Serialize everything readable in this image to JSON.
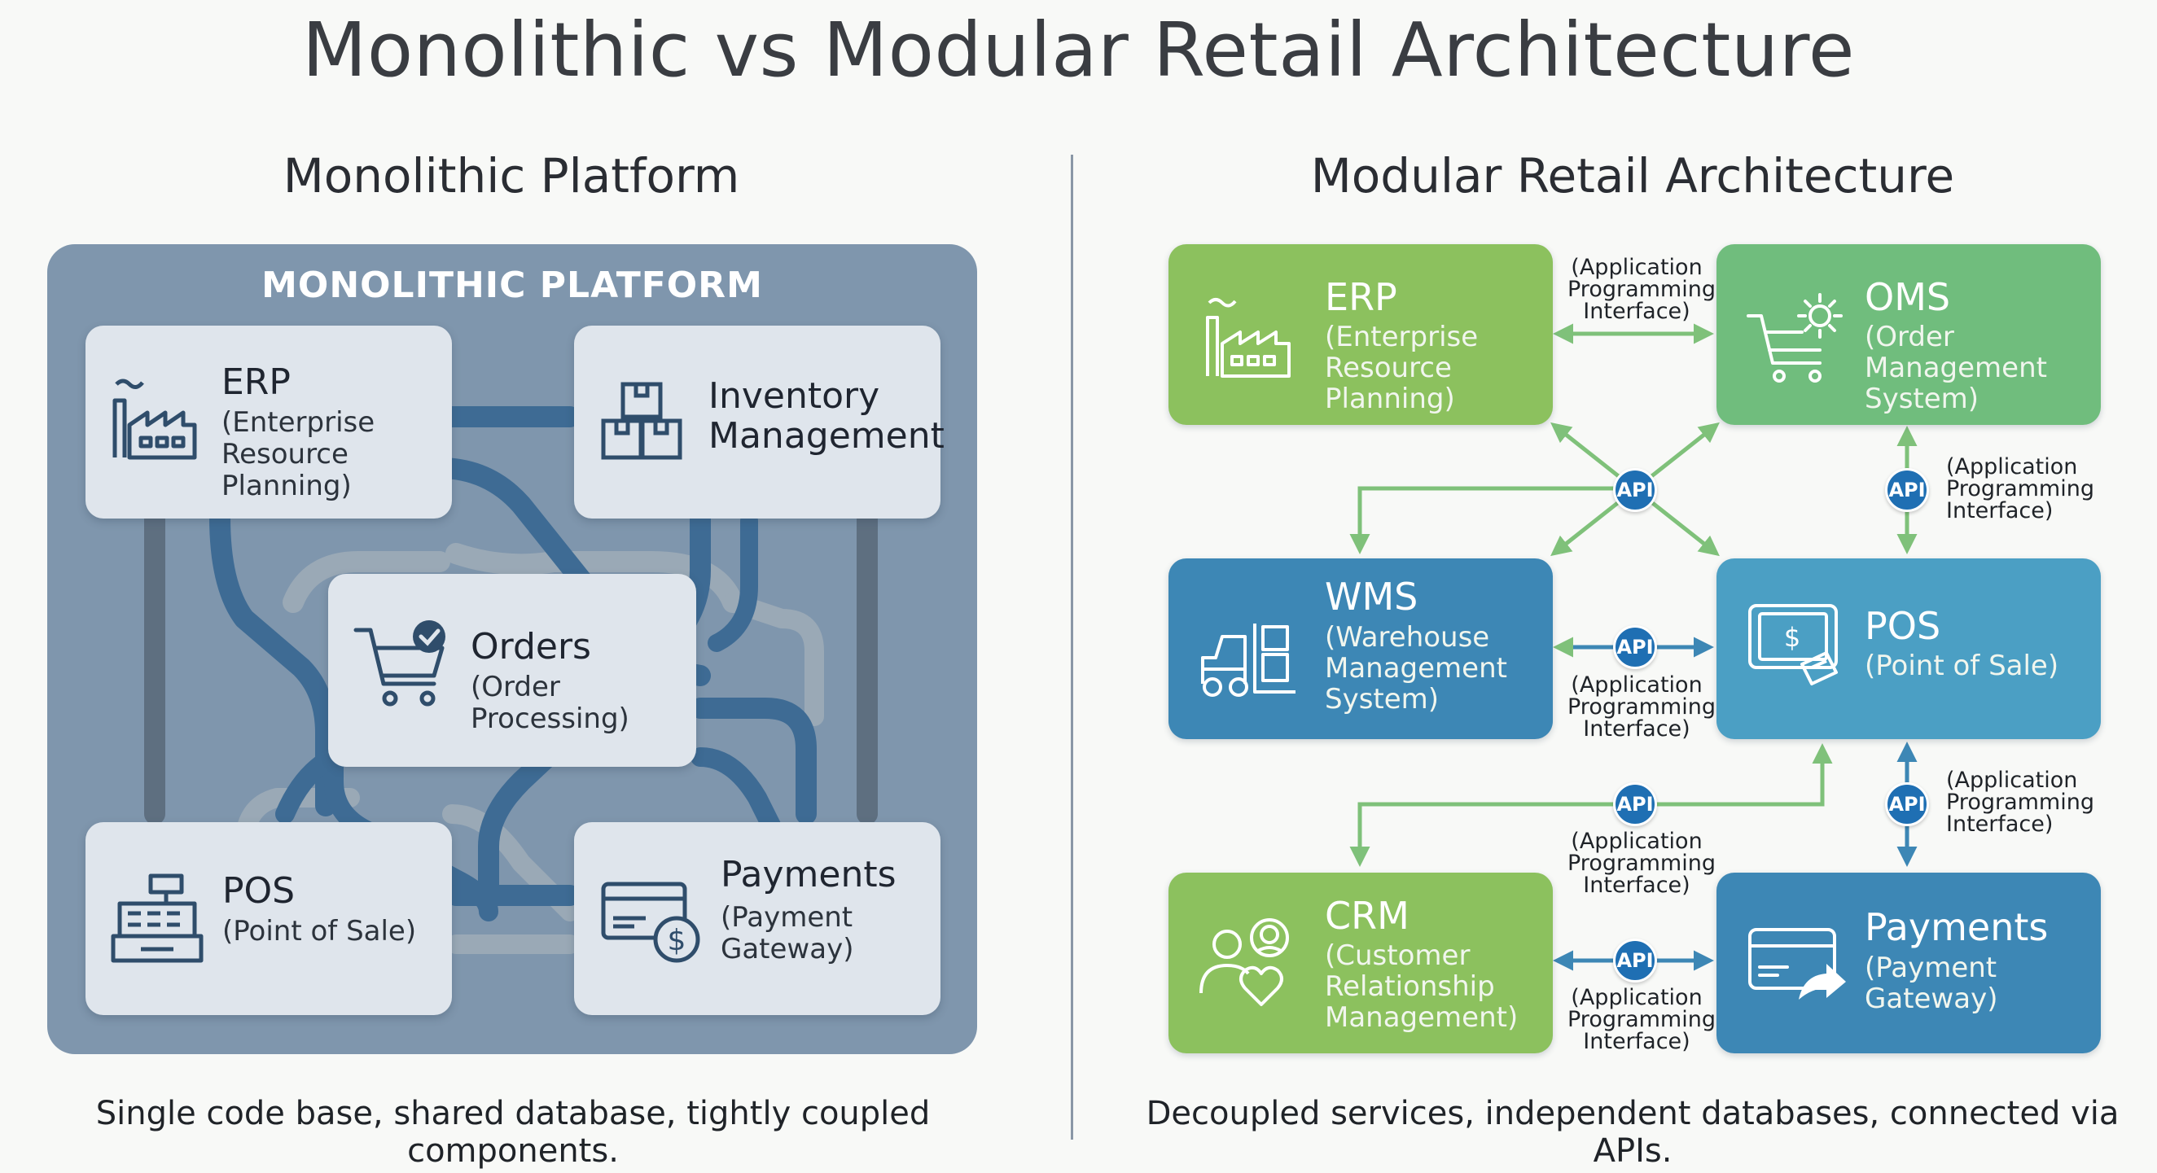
{
  "title": "Monolithic vs Modular Retail Architecture",
  "left": {
    "subtitle": "Monolithic Platform",
    "frame_label": "MONOLITHIC PLATFORM",
    "caption": "Single code base, shared database, tightly coupled components.",
    "boxes": [
      {
        "title": "ERP",
        "subtitle": "(Enterprise Resource Planning)",
        "icon": "factory-icon"
      },
      {
        "title": "Inventory Management",
        "subtitle": "",
        "icon": "boxes-icon"
      },
      {
        "title": "Orders",
        "subtitle": "(Order Processing)",
        "icon": "cart-check-icon"
      },
      {
        "title": "POS",
        "subtitle": "(Point of Sale)",
        "icon": "cash-register-icon"
      },
      {
        "title": "Payments",
        "subtitle": "(Payment Gateway)",
        "icon": "card-dollar-icon"
      }
    ],
    "colors": {
      "frame": "#7f96ad",
      "box": "#dfe5ec",
      "pipe_dark": "#3e6b94",
      "pipe_light": "#9aa9b6"
    }
  },
  "right": {
    "subtitle": "Modular Retail Architecture",
    "caption": "Decoupled services, independent databases, connected via APIs.",
    "boxes": [
      {
        "title": "ERP",
        "subtitle": "(Enterprise Resource Planning)",
        "icon": "factory-icon",
        "color": "#8cc15e"
      },
      {
        "title": "OMS",
        "subtitle": "(Order Management System)",
        "icon": "cart-gear-icon",
        "color": "#70bd7d"
      },
      {
        "title": "WMS",
        "subtitle": "(Warehouse Management System)",
        "icon": "forklift-icon",
        "color": "#3d87b5"
      },
      {
        "title": "POS",
        "subtitle": "(Point of Sale)",
        "icon": "tablet-dollar-icon",
        "color": "#4b9fc4"
      },
      {
        "title": "CRM",
        "subtitle": "(Customer Relationship Management)",
        "icon": "people-heart-icon",
        "color": "#8cc15e"
      },
      {
        "title": "Payments",
        "subtitle": "(Payment Gateway)",
        "icon": "card-arrow-icon",
        "color": "#3d87b5"
      }
    ],
    "api_badge": "API",
    "api_label": "(Application Programming Interface)",
    "colors": {
      "arrow_green": "#7fc17a",
      "arrow_blue": "#3d87b5",
      "badge": "#1f6fb3"
    }
  }
}
